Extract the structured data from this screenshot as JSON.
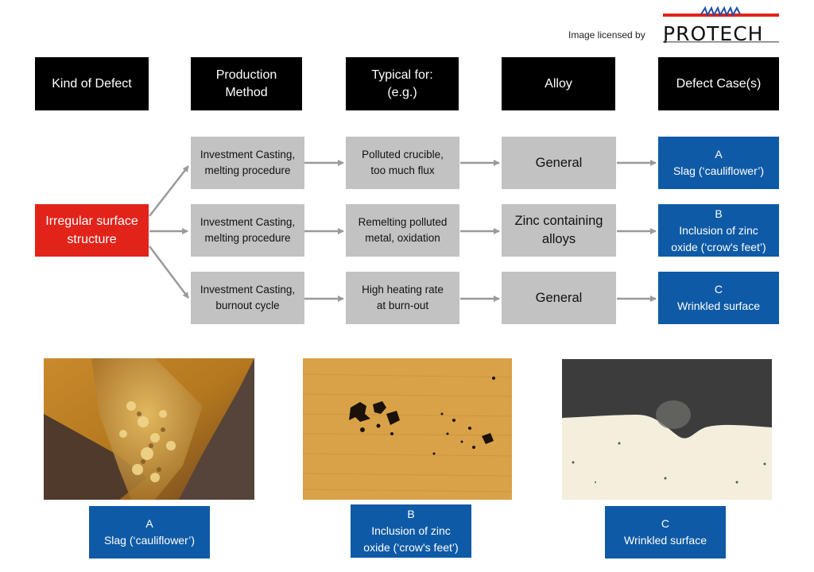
{
  "license_text": "Image licensed by",
  "logo": {
    "text": "PROTECH",
    "colors": {
      "red": "#e2231a",
      "blue": "#1f4fa8"
    }
  },
  "headers": {
    "kind_of_defect": "Kind of Defect",
    "production_method": "Production\nMethod",
    "typical_for": "Typical for:\n(e.g.)",
    "alloy": "Alloy",
    "defect_cases": "Defect Case(s)"
  },
  "defect": {
    "label": "Irregular surface\nstructure"
  },
  "rows": [
    {
      "method": "Investment Casting,\nmelting procedure",
      "typical": "Polluted crucible,\ntoo much flux",
      "alloy": "General",
      "case": "A\nSlag (‘cauliflower’)"
    },
    {
      "method": "Investment Casting,\nmelting procedure",
      "typical": "Remelting polluted\nmetal, oxidation",
      "alloy": "Zinc containing\nalloys",
      "case": "B\nInclusion of zinc\noxide (‘crow's feet’)"
    },
    {
      "method": "Investment Casting,\nburnout cycle",
      "typical": "High heating rate\nat burn-out",
      "alloy": "General",
      "case": "C\nWrinkled surface"
    }
  ],
  "photos": [
    {
      "caption": "A\nSlag (‘cauliflower’)"
    },
    {
      "caption": "B\nInclusion of zinc\noxide (‘crow's feet’)"
    },
    {
      "caption": "C\nWrinkled surface"
    }
  ],
  "colors": {
    "header_bg": "#000000",
    "process_bg": "#c2c2c2",
    "case_bg": "#0e5aa6",
    "defect_bg": "#e2231a",
    "arrow": "#9a9a9a"
  }
}
